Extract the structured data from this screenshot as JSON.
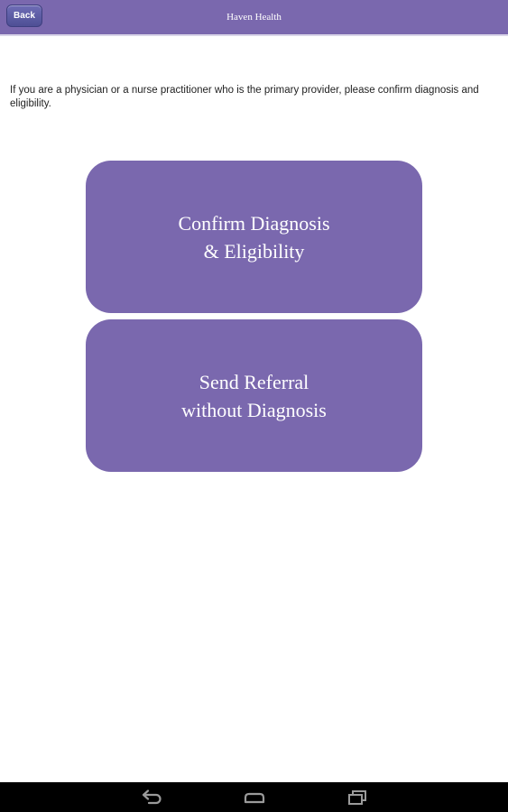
{
  "header": {
    "back_label": "Back",
    "title": "Haven Health"
  },
  "instructions": {
    "text": "If you are a physician or a nurse practitioner who is the primary provider, please confirm diagnosis and eligibility."
  },
  "actions": [
    {
      "line1": "Confirm Diagnosis",
      "line2": "& Eligibility"
    },
    {
      "line1": "Send Referral",
      "line2": "without Diagnosis"
    }
  ],
  "navbar": {
    "icons": [
      "back-icon",
      "home-icon",
      "recents-icon"
    ]
  },
  "colors": {
    "primary": "#7a68ae",
    "back_button": "#5a5aa3",
    "navbar": "#000000"
  }
}
